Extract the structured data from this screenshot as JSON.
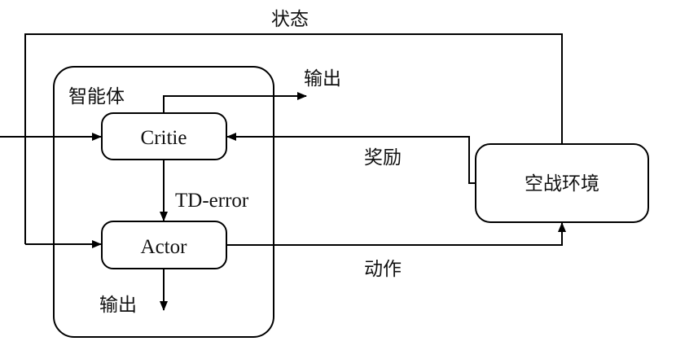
{
  "diagram": {
    "title": "Actor-Critic 空战强化学习框架",
    "agent": {
      "label": "智能体"
    },
    "critic": {
      "label": "Critie"
    },
    "actor": {
      "label": "Actor"
    },
    "environment": {
      "label": "空战环境"
    },
    "edges": {
      "state": "状态",
      "reward": "奖励",
      "action": "动作",
      "td_error": "TD-error",
      "critic_output": "输出",
      "actor_output": "输出"
    }
  }
}
